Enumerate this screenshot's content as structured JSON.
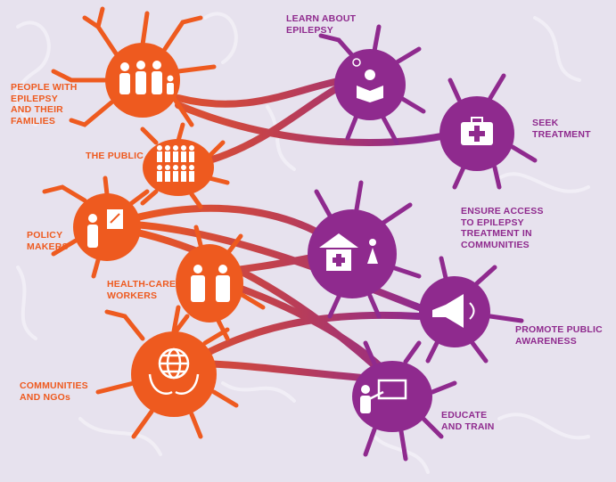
{
  "colors": {
    "background": "#e7e2ee",
    "stakeholder": "#ee5a1f",
    "action": "#8f2a8e",
    "connector_mid": "#c0404f"
  },
  "stakeholders": [
    {
      "label": "PEOPLE WITH\nEPILEPSY\nAND THEIR\nFAMILIES",
      "icon": "family-icon"
    },
    {
      "label": "THE PUBLIC",
      "icon": "crowd-icon"
    },
    {
      "label": "POLICY\nMAKERS",
      "icon": "policy-document-icon"
    },
    {
      "label": "HEALTH-CARE\nWORKERS",
      "icon": "health-workers-icon"
    },
    {
      "label": "COMMUNITIES\nAND NGOs",
      "icon": "globe-hands-icon"
    }
  ],
  "actions": [
    {
      "label": "LEARN ABOUT\nEPILEPSY",
      "icon": "reader-lightbulb-icon"
    },
    {
      "label": "SEEK\nTREATMENT",
      "icon": "medical-kit-icon"
    },
    {
      "label": "ENSURE ACCESS\nTO EPILEPSY\nTREATMENT IN\nCOMMUNITIES",
      "icon": "clinic-hut-icon"
    },
    {
      "label": "PROMOTE PUBLIC\nAWARENESS",
      "icon": "megaphone-icon"
    },
    {
      "label": "EDUCATE\nAND TRAIN",
      "icon": "teacher-board-icon"
    }
  ]
}
